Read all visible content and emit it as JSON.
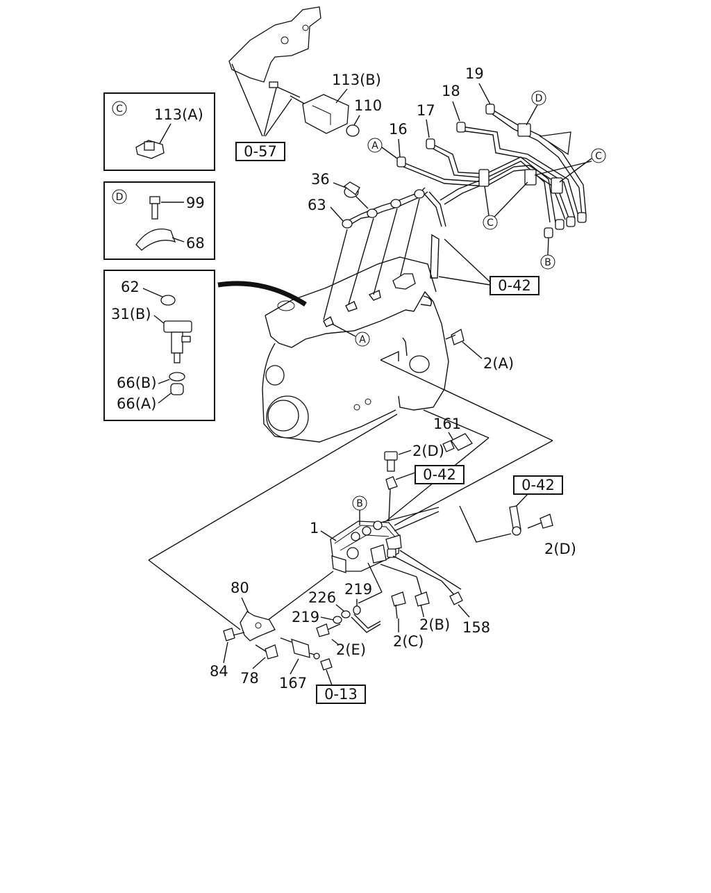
{
  "labels": {
    "p113b": "113(B)",
    "p110": "110",
    "p19": "19",
    "p18": "18",
    "p17": "17",
    "p16": "16",
    "p36": "36",
    "p63": "63",
    "p2a": "2(A)",
    "p161": "161",
    "p2d_top": "2(D)",
    "p2d_right": "2(D)",
    "p1": "1",
    "p80": "80",
    "p226": "226",
    "p219_top": "219",
    "p219_left": "219",
    "p2e": "2(E)",
    "p2c": "2(C)",
    "p2b": "2(B)",
    "p158": "158",
    "p84": "84",
    "p78": "78",
    "p167": "167"
  },
  "refs": {
    "r057": "0-57",
    "r042_top": "0-42",
    "r042_mid": "0-42",
    "r042_right": "0-42",
    "r013": "0-13"
  },
  "circles": {
    "a_top": "A",
    "a_engine": "A",
    "b_top": "B",
    "b_pump": "B",
    "c_lines_left": "C",
    "c_lines_right": "C",
    "d_lines": "D"
  },
  "insets": {
    "c": {
      "tag": "C",
      "p113a": "113(A)"
    },
    "d": {
      "tag": "D",
      "p99": "99",
      "p68": "68"
    },
    "inj": {
      "p62": "62",
      "p31b": "31(B)",
      "p66b": "66(B)",
      "p66a": "66(A)"
    }
  }
}
